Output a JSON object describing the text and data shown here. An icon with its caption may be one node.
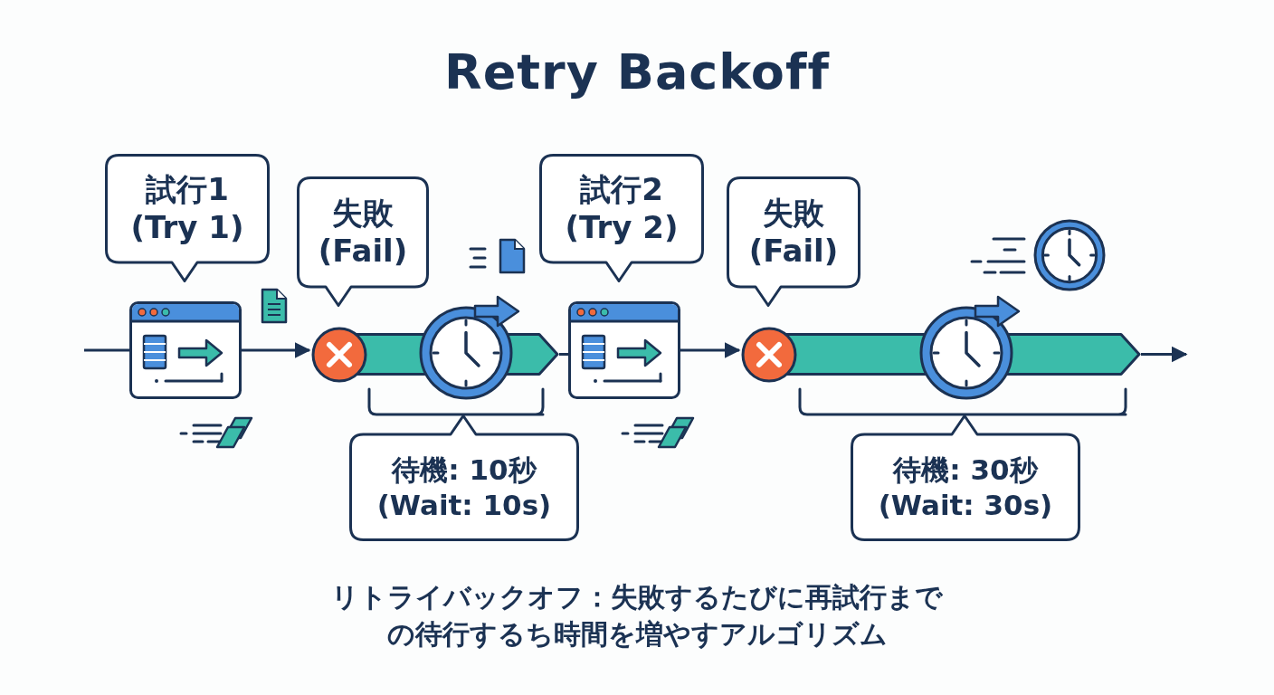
{
  "diagram": {
    "title": "Retry Backoff",
    "caption": "リトライバックオフ：失敗するたびに再試行までの待行するち時間を増やすアルゴリズム",
    "nodes": [
      {
        "text": [
          "試行1 (Try 1)"
        ]
      },
      {
        "text": [],
        "shape": "box"
      },
      {
        "text": [
          "失敗 (Fail)"
        ]
      },
      {
        "text": [],
        "shape": "circle"
      },
      {
        "text": [],
        "shape": "bar"
      },
      {
        "text": [
          "待機: 10秒 (Wait: 10s)"
        ]
      },
      {
        "text": [
          "試行2 (Try 2)"
        ]
      },
      {
        "text": [],
        "shape": "box"
      },
      {
        "text": [
          "失敗 (Fail)"
        ]
      },
      {
        "text": [],
        "shape": "circle"
      },
      {
        "text": [],
        "shape": "bar"
      },
      {
        "text": [
          "待機: 30秒 (Wait: 30s)"
        ]
      }
    ],
    "edges": [
      {
        "from": null,
        "to": 1,
        "arrow": "none"
      },
      {
        "from": 1,
        "to": 3,
        "arrow": "to"
      },
      {
        "from": 4,
        "to": 7,
        "arrow": "none"
      },
      {
        "from": 7,
        "to": 9,
        "arrow": "to"
      },
      {
        "from": 10,
        "to": null,
        "arrow": "to"
      }
    ]
  }
}
